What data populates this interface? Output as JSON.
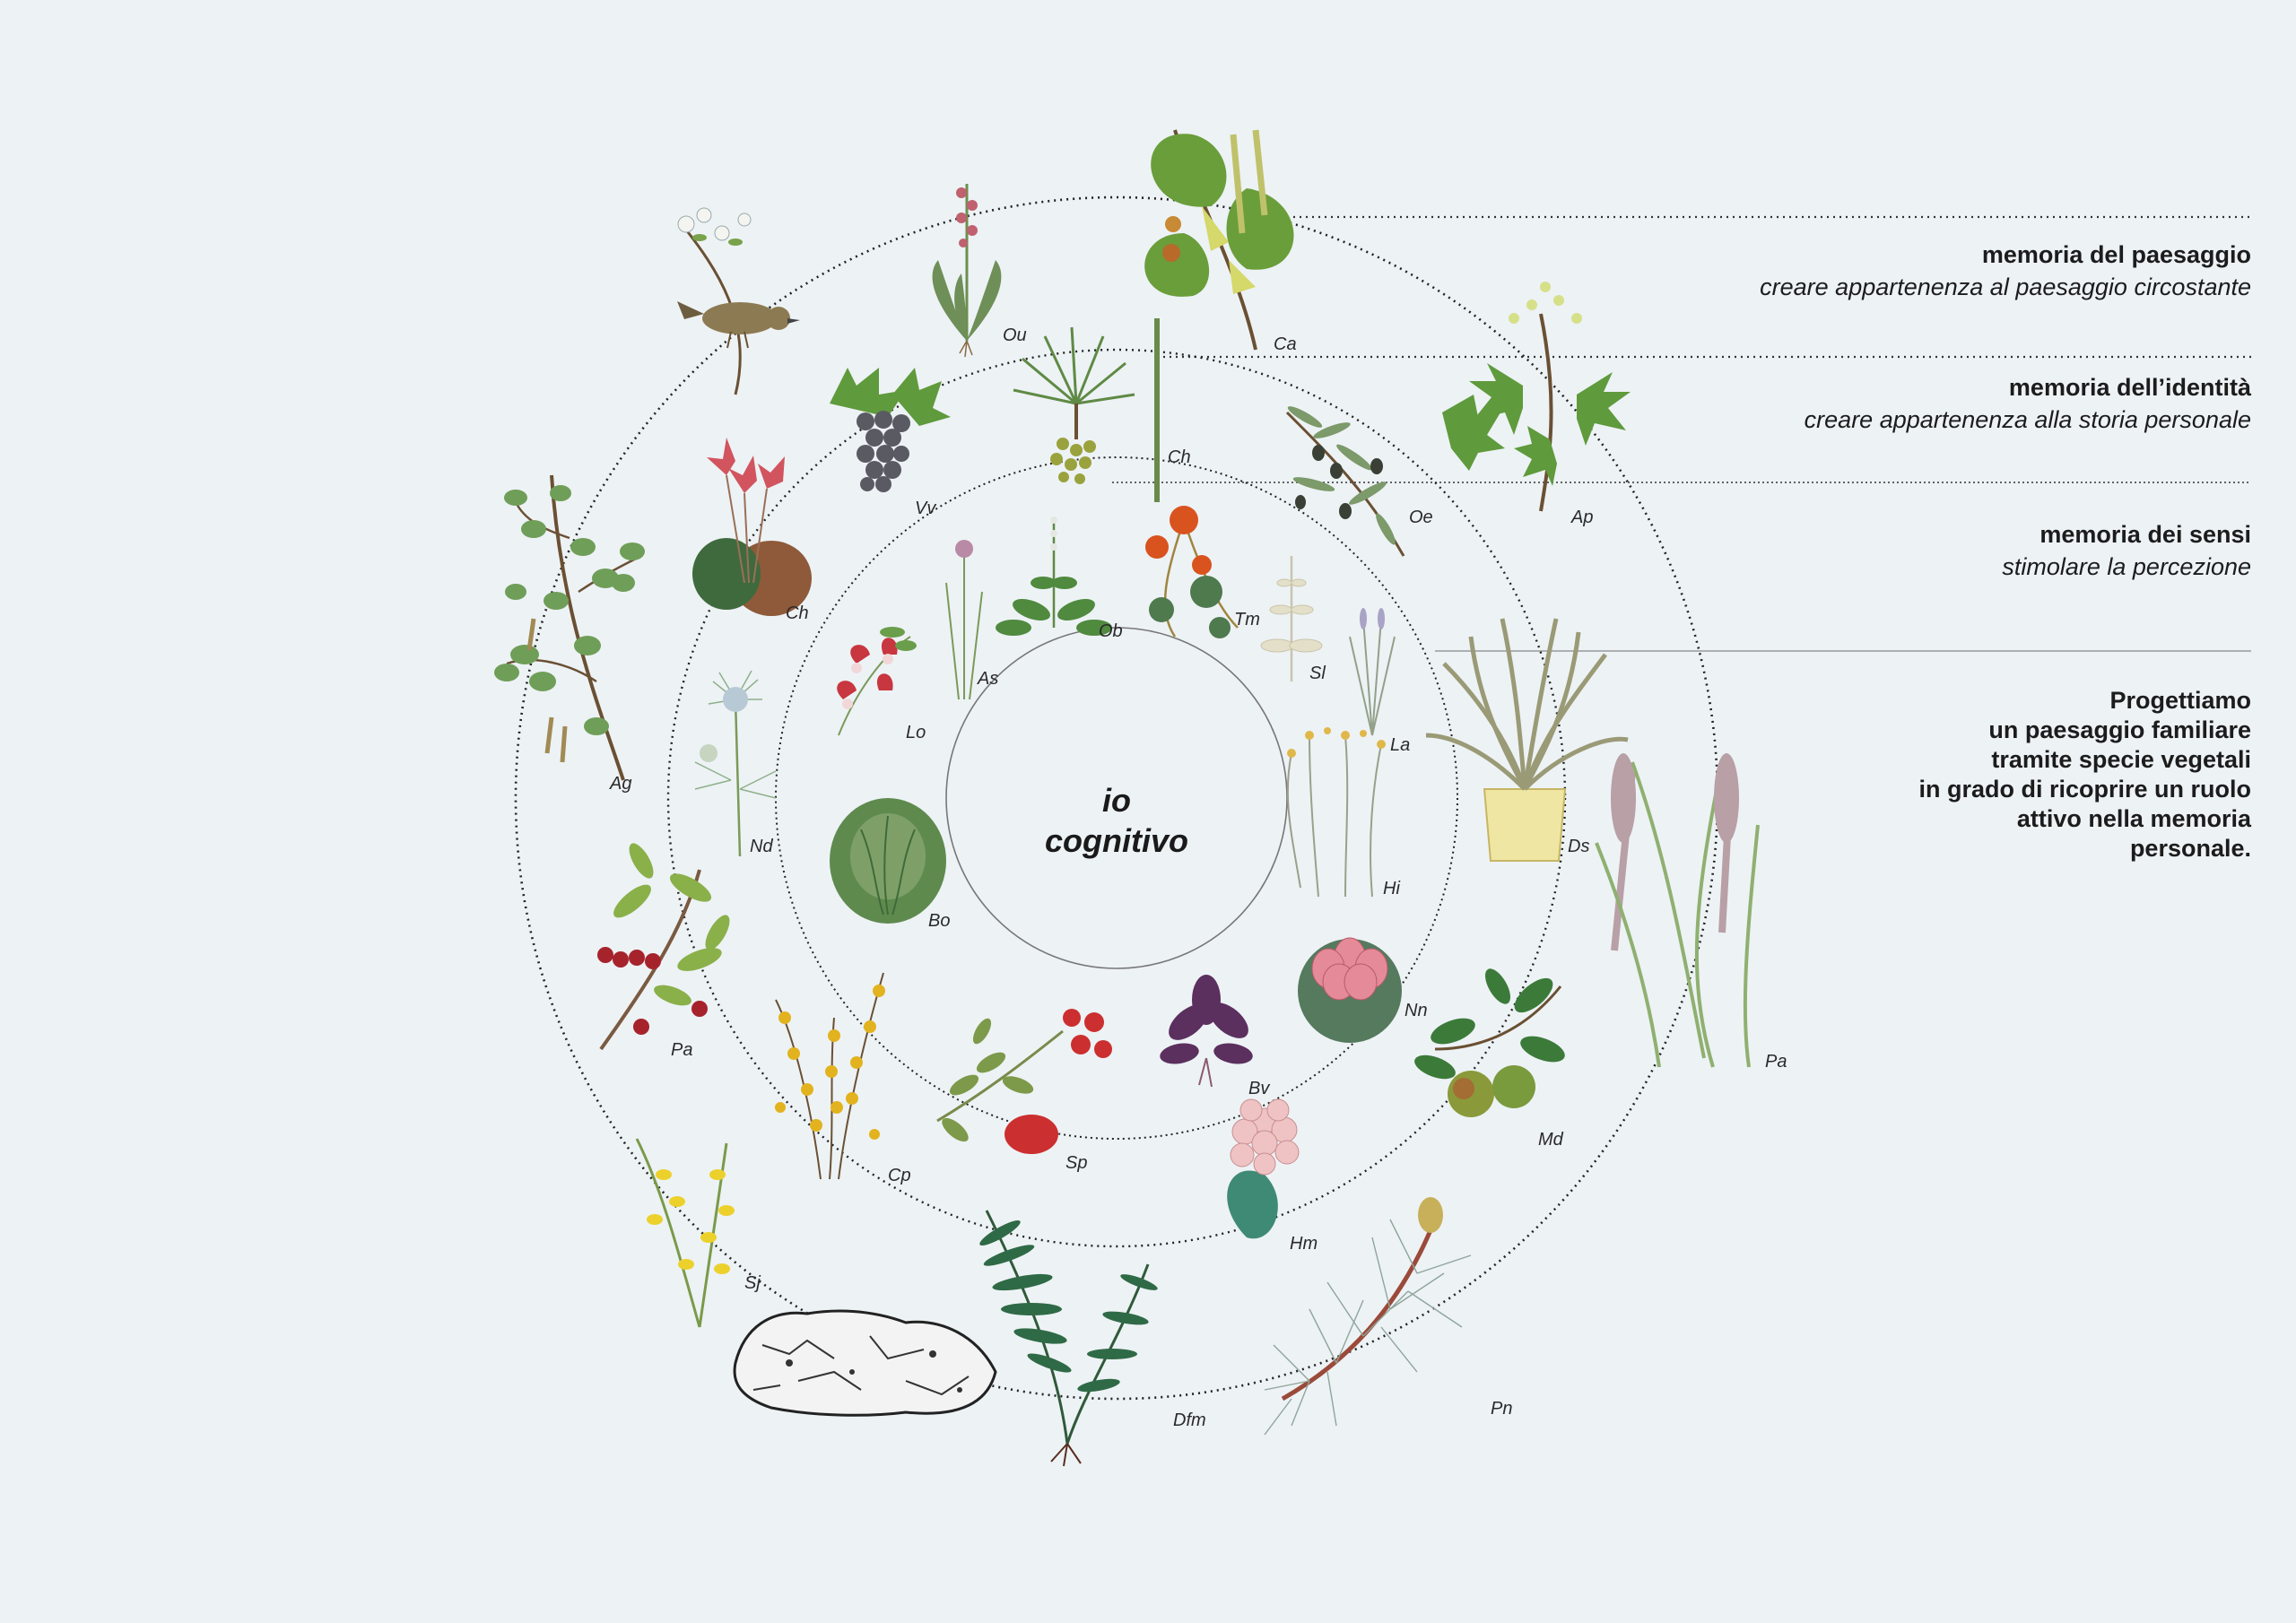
{
  "center": {
    "line1": "io",
    "line2": "cognitivo"
  },
  "memories": [
    {
      "title": "memoria del paesaggio",
      "subtitle": "creare appartenenza al paesaggio circostante"
    },
    {
      "title": "memoria dell’identità",
      "subtitle": "creare appartenenza alla storia personale"
    },
    {
      "title": "memoria dei sensi",
      "subtitle": "stimolare la percezione"
    }
  ],
  "statement": [
    "Progettiamo",
    "un paesaggio familiare",
    "tramite specie vegetali",
    "in grado di ricoprire un ruolo",
    "attivo nella memoria",
    "personale."
  ],
  "plant_labels": {
    "ou": "Ou",
    "ca": "Ca",
    "ch_outer": "Ch",
    "ap": "Ap",
    "vv": "Vv",
    "ch_mid": "Ch",
    "oe": "Oe",
    "ob": "Ob",
    "tm": "Tm",
    "as": "As",
    "lo": "Lo",
    "sl": "Sl",
    "la": "La",
    "ag": "Ag",
    "nd": "Nd",
    "ds": "Ds",
    "hi": "Hi",
    "bo": "Bo",
    "nn": "Nn",
    "pa_left": "Pa",
    "pa_right": "Pa",
    "bv": "Bv",
    "md": "Md",
    "cp": "Cp",
    "sp": "Sp",
    "hm": "Hm",
    "sj": "Sj",
    "dfm": "Dfm",
    "pn": "Pn"
  },
  "colors": {
    "background": "#edf2f5",
    "ring": "#222222",
    "leaf_green": "#5f8a45",
    "dark_green": "#2f5a3a",
    "flower_red": "#c8333c",
    "flower_yellow": "#e2b31f",
    "flower_pink": "#e7a2a8",
    "purple": "#5b2f5e"
  }
}
